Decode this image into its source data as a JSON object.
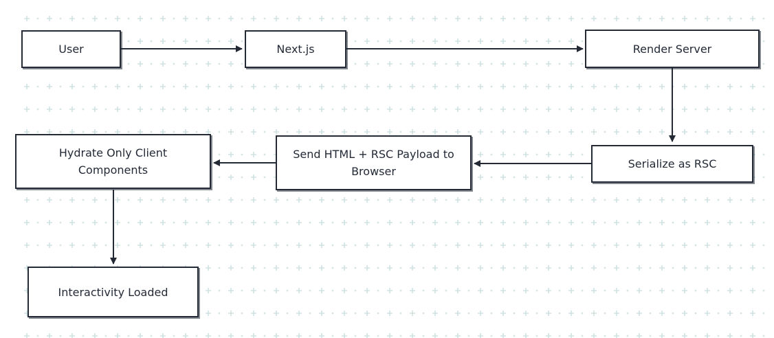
{
  "diagram": {
    "nodes": {
      "user": "User",
      "nextjs": "Next.js",
      "render_server": "Render Server",
      "serialize_rsc": "Serialize as RSC",
      "send_html": "Send HTML + RSC Payload to\nBrowser",
      "hydrate": "Hydrate Only Client\nComponents",
      "interactivity": "Interactivity Loaded"
    },
    "edges": [
      {
        "from": "user",
        "to": "nextjs"
      },
      {
        "from": "nextjs",
        "to": "render_server"
      },
      {
        "from": "render_server",
        "to": "serialize_rsc"
      },
      {
        "from": "serialize_rsc",
        "to": "send_html"
      },
      {
        "from": "send_html",
        "to": "hydrate"
      },
      {
        "from": "hydrate",
        "to": "interactivity"
      }
    ]
  },
  "colors": {
    "stroke": "#232a36",
    "grid_dot": "#d6e4e4",
    "grid_plus": "#cfe2e2"
  }
}
